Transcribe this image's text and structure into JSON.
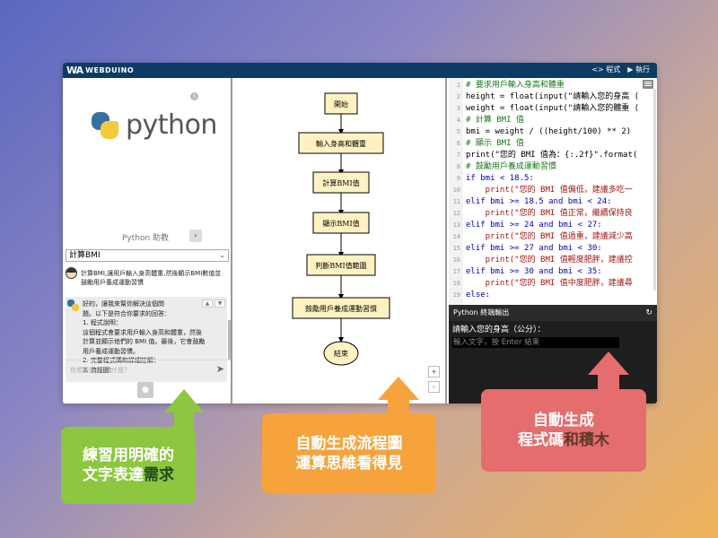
{
  "topbar": {
    "logo_mark": "WA",
    "logo_text": "WEBDUINO",
    "code_label": "<> 程式",
    "run_label": "▶ 執行"
  },
  "left": {
    "python_word": "python",
    "info": "i",
    "assistant_label": "Python 助教",
    "arrow_btn": "›",
    "select_value": "計算BMI",
    "user_msg": "計算BMI,讓用戶輸入身高體重,然後顯示BMI數值並鼓勵用戶養成運動習慣",
    "bot_lines": [
      "好的，讓我來幫你解決這個問",
      "題。以下是符合你要求的回答：",
      "1. 程式說明：",
      "這個程式會要求用戶輸入身高和體重，然後",
      "計算並顯示他們的 BMI 值。最後，它會鼓勵",
      "用戶養成運動習慣。",
      "2. 完整程式碼和詳細註解：",
      "3. 流程圖："
    ],
    "input_placeholder": "你想要讓 AI 做什麼？",
    "send_icon": "➤",
    "mic_icon": "🎤"
  },
  "flow": {
    "nodes": [
      "開始",
      "輸入身高和體重",
      "計算BMI值",
      "顯示BMI值",
      "判斷BMI值範圍",
      "鼓勵用戶養成運動習慣",
      "結束"
    ],
    "zoom_in": "+",
    "zoom_out": "-"
  },
  "code": {
    "lines": [
      "# 要求用戶輸入身高和體重",
      "height = float(input(\"請輸入您的身高 (",
      "weight = float(input(\"請輸入您的體重 (",
      "# 計算 BMI 值",
      "bmi = weight / ((height/100) ** 2)",
      "# 顯示 BMI 值",
      "print(\"您的 BMI 值為：{:.2f}\".format(",
      "# 鼓勵用戶養成運動習慣",
      "if bmi < 18.5:",
      "    print(\"您的 BMI 值偏低，建議多吃一",
      "elif bmi >= 18.5 and bmi < 24:",
      "    print(\"您的 BMI 值正常，繼續保持良",
      "elif bmi >= 24 and bmi < 27:",
      "    print(\"您的 BMI 值過重，建議減少高",
      "elif bmi >= 27 and bmi < 30:",
      "    print(\"您的 BMI 值輕度肥胖，建議控",
      "elif bmi >= 30 and bmi < 35:",
      "    print(\"您的 BMI 值中度肥胖，建議尋",
      "else:"
    ],
    "line_numbers": [
      "1",
      "2",
      "3",
      "4",
      "5",
      "6",
      "7",
      "8",
      "9",
      "10",
      "11",
      "12",
      "13",
      "14",
      "15",
      "16",
      "17",
      "18",
      "19"
    ]
  },
  "terminal": {
    "title": "Python 終端輸出",
    "refresh_icon": "↻",
    "prompt": "請輸入您的身高（公分）：",
    "input_placeholder": "輸入文字，按 Enter 結束"
  },
  "callouts": {
    "c1_line1": "練習用明確的",
    "c1_line2a": "文字表達",
    "c1_line2b": "需求",
    "c2_line1": "自動生成流程圖",
    "c2_line2": "運算思維看得見",
    "c3_line1": "自動生成",
    "c3_line2a": "程式碼",
    "c3_line2b": "和積木"
  },
  "colors": {
    "topbar": "#0d3b63",
    "green": "#8dc63f",
    "orange": "#f6a33c",
    "red": "#e56d6d",
    "python_blue": "#3771a1",
    "python_yellow": "#f5c93f"
  }
}
